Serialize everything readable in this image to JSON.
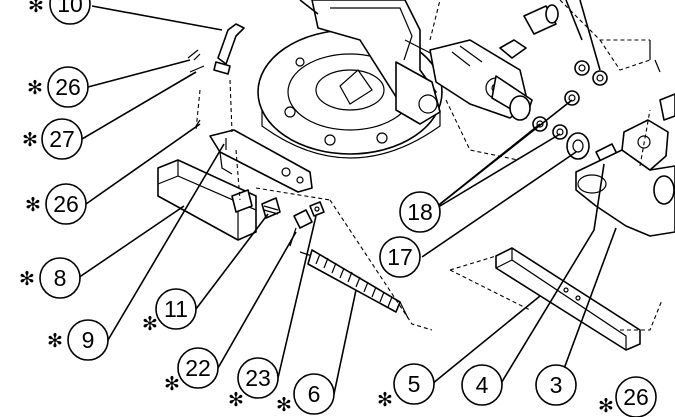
{
  "diagram": {
    "callouts": [
      {
        "id": "c10",
        "label": "10",
        "starred": true
      },
      {
        "id": "c26a",
        "label": "26",
        "starred": true
      },
      {
        "id": "c27",
        "label": "27",
        "starred": true
      },
      {
        "id": "c26b",
        "label": "26",
        "starred": true
      },
      {
        "id": "c8",
        "label": "8",
        "starred": true
      },
      {
        "id": "c9",
        "label": "9",
        "starred": true
      },
      {
        "id": "c11",
        "label": "11",
        "starred": true
      },
      {
        "id": "c22",
        "label": "22",
        "starred": true
      },
      {
        "id": "c23",
        "label": "23",
        "starred": true
      },
      {
        "id": "c6",
        "label": "6",
        "starred": true
      },
      {
        "id": "c18",
        "label": "18",
        "starred": false
      },
      {
        "id": "c17",
        "label": "17",
        "starred": false
      },
      {
        "id": "c5",
        "label": "5",
        "starred": true
      },
      {
        "id": "c4",
        "label": "4",
        "starred": false
      },
      {
        "id": "c3",
        "label": "3",
        "starred": false
      },
      {
        "id": "c26c",
        "label": "26",
        "starred": true
      }
    ],
    "star_symbol": "✻"
  }
}
